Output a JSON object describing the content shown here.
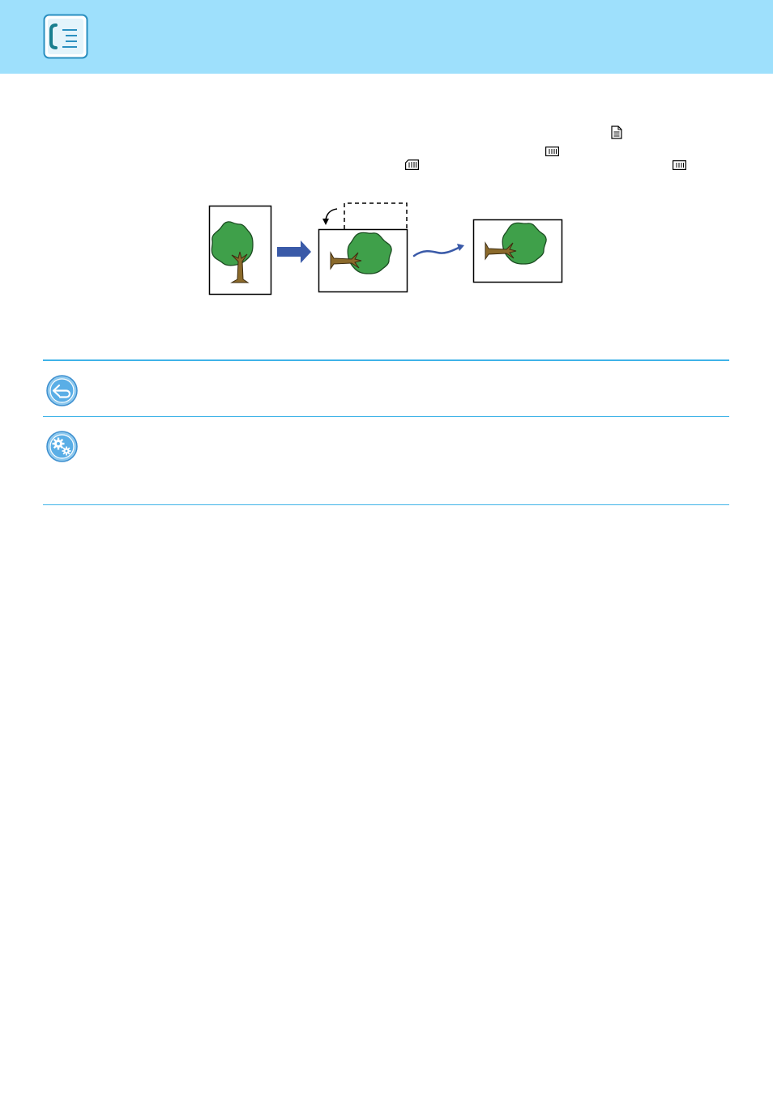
{
  "header": {
    "background_color": "#9ee0fc",
    "icon": "fax-icon"
  },
  "inline_icons": [
    "portrait-document-icon",
    "landscape-document-icon",
    "portrait-document-rotated-icon",
    "landscape-document-icon"
  ],
  "diagram": {
    "description_icons": [
      "tree-original-portrait",
      "arrow-right-icon",
      "rotate-arrow-icon",
      "tree-rotated-landscape",
      "transmission-wave-icon",
      "tree-received-landscape"
    ],
    "colors": {
      "arrow": "#3a5aa8",
      "tree_leaves": "#3fa04a",
      "tree_trunk": "#8b6a2b"
    }
  },
  "notes": [
    {
      "icon": "back-arrow-icon"
    },
    {
      "icon": "settings-gear-icon"
    }
  ],
  "accent_color": "#3fb3e8"
}
